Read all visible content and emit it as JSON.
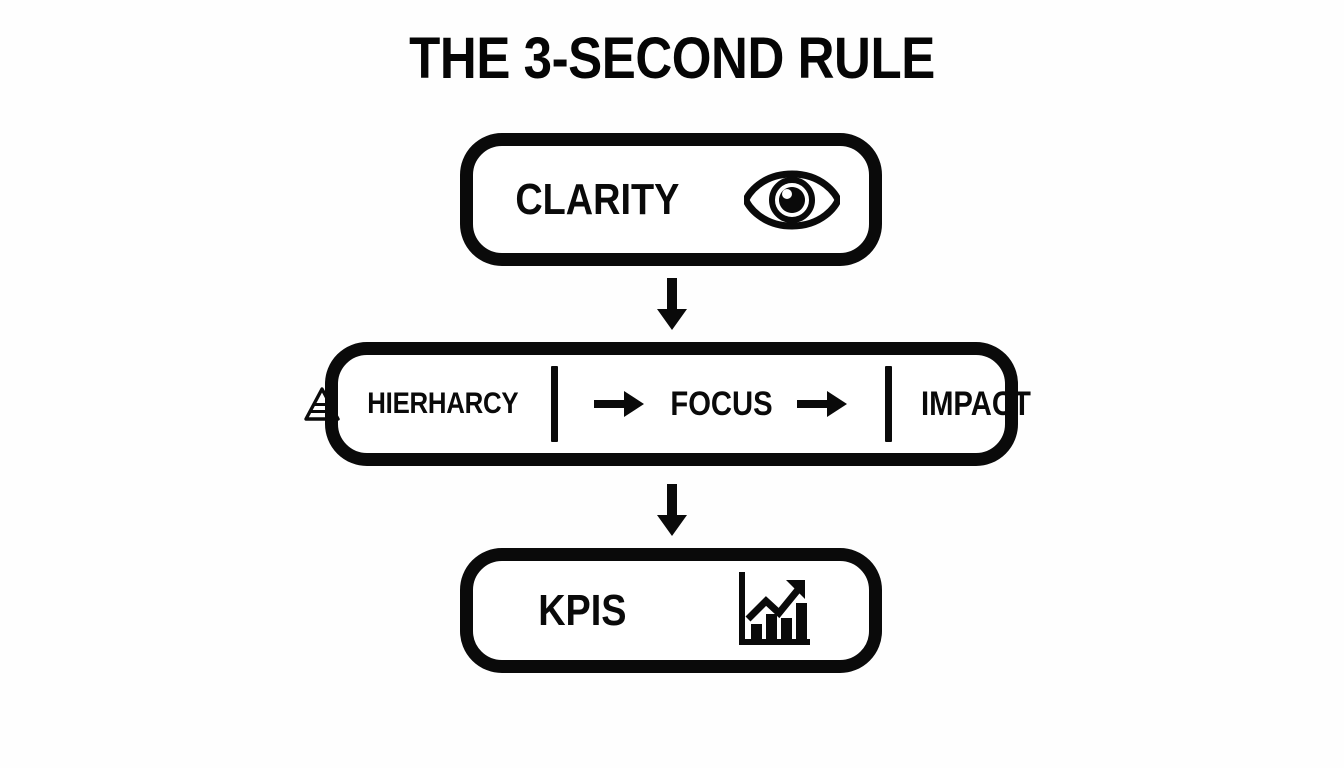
{
  "title": "THE 3-SECOND RULE",
  "theme": {
    "background": "#fefefe",
    "ink": "#0a0a0a",
    "box_fill": "#ffffff",
    "border_color": "#0a0a0a"
  },
  "steps": [
    {
      "id": "clarity",
      "label": "CLARITY",
      "icon": "eye-icon"
    },
    {
      "id": "flow",
      "icon": "pyramid-icon",
      "segments": [
        {
          "label": "HIERHARCY"
        },
        {
          "label": "FOCUS"
        },
        {
          "label": "IMPACT"
        }
      ],
      "inline_arrow": "arrow-right-icon",
      "divider": "vertical-divider"
    },
    {
      "id": "kpis",
      "label": "KPIS",
      "icon": "bar-chart-trend-icon"
    }
  ],
  "connectors": [
    {
      "id": "connector-1",
      "icon": "arrow-down-icon",
      "from": "clarity",
      "to": "flow"
    },
    {
      "id": "connector-2",
      "icon": "arrow-down-icon",
      "from": "flow",
      "to": "kpis"
    }
  ]
}
